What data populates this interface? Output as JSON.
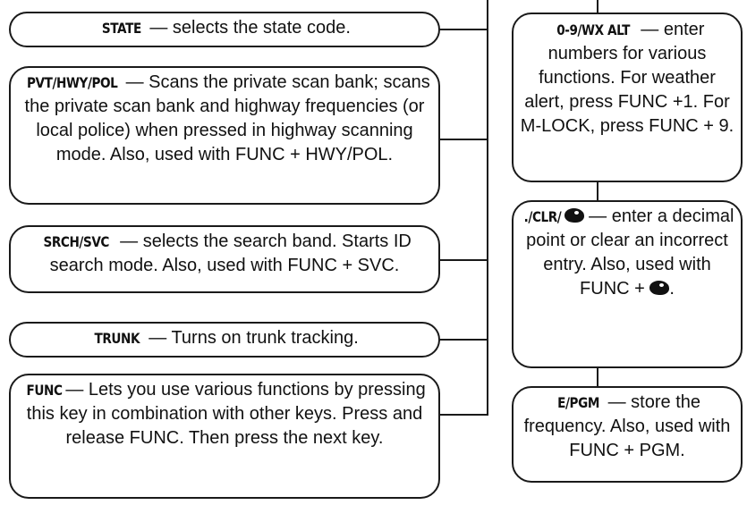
{
  "left_keys": [
    {
      "key": "STATE",
      "desc": " — selects the state code."
    },
    {
      "key": "PVT/HWY/POL",
      "desc": "— Scans the private scan bank; scans the private scan bank and highway frequencies (or local police) when pressed in highway scanning mode. Also, used with FUNC + HWY/POL."
    },
    {
      "key": "SRCH/SVC",
      "desc": " — selects the search band. Starts ID search mode. Also, used with FUNC + SVC."
    },
    {
      "key": "TRUNK",
      "desc": " — Turns on trunk tracking."
    },
    {
      "key": "FUNC",
      "desc": "— Lets you use various functions by pressing this key in combination with other keys. Press and release FUNC. Then press the next key."
    }
  ],
  "right_keys": [
    {
      "key": "0-9/WX ALT",
      "desc": " — enter numbers for various functions. For weather alert, press FUNC +1. For M-LOCK, press FUNC + 9."
    },
    {
      "key": "./CLR/",
      "desc_a": " — enter a decimal point or clear an incorrect entry. Also, used with FUNC + ",
      "desc_b": "."
    },
    {
      "key": "E/PGM",
      "desc": " — store the frequency. Also, used with FUNC + PGM."
    }
  ],
  "icons": {
    "clear_symbol": "blob-icon"
  }
}
